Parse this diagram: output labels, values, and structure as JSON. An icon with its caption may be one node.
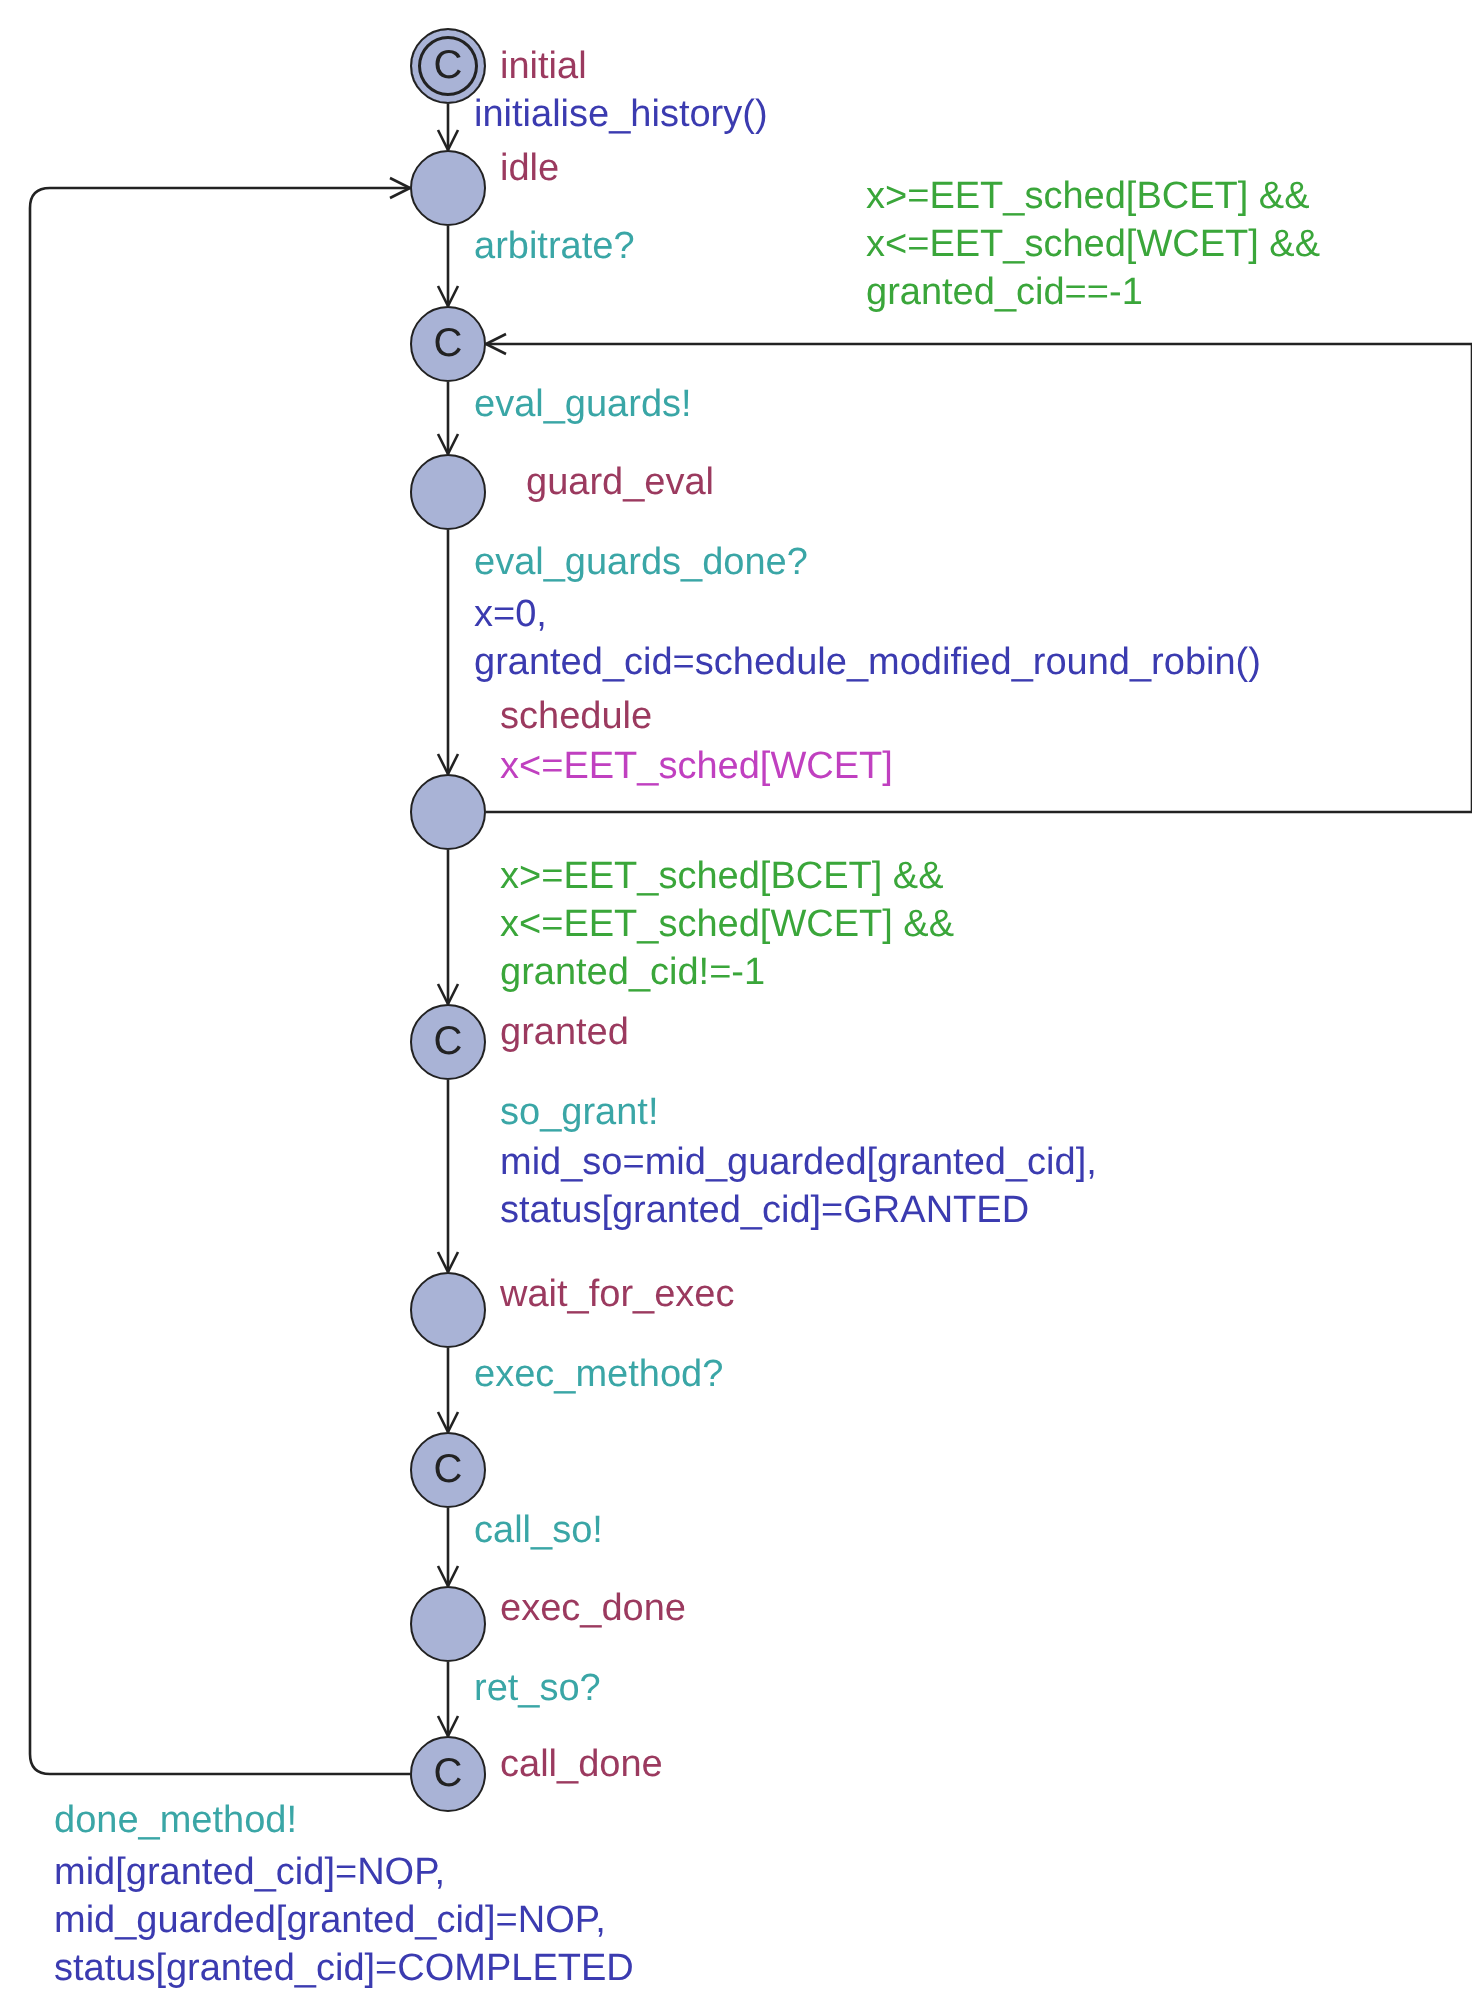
{
  "diagram": {
    "nodes": [
      {
        "text": [
          "C"
        ],
        "beside": [
          "initial"
        ]
      },
      {
        "text": [],
        "shape": "circle",
        "beside": [
          "idle"
        ]
      },
      {
        "text": [
          "C"
        ]
      },
      {
        "text": [],
        "shape": "circle",
        "beside": [
          "guard_eval"
        ]
      },
      {
        "text": [],
        "shape": "circle",
        "beside": [
          "schedule",
          "x<=EET_sched[WCET]"
        ]
      },
      {
        "text": [
          "C"
        ],
        "beside": [
          "granted"
        ]
      },
      {
        "text": [],
        "shape": "circle",
        "beside": [
          "wait_for_exec"
        ]
      },
      {
        "text": [
          "C"
        ]
      },
      {
        "text": [],
        "shape": "circle",
        "beside": [
          "exec_done"
        ]
      },
      {
        "text": [
          "C"
        ],
        "beside": [
          "call_done"
        ]
      }
    ],
    "edges": [
      {
        "from": 0,
        "to": 1,
        "arrow": "to",
        "label": "initialise_history()"
      },
      {
        "from": 1,
        "to": 2,
        "arrow": "to",
        "label": "arbitrate?"
      },
      {
        "from": 2,
        "to": 3,
        "arrow": "to",
        "label": "eval_guards!"
      },
      {
        "from": 3,
        "to": 4,
        "arrow": "to",
        "label": "eval_guards_done?"
      },
      {
        "from": 4,
        "to": 2,
        "arrow": "to",
        "label": "x>=EET_sched[BCET] && x<=EET_sched[WCET] && granted_cid==-1"
      },
      {
        "from": 4,
        "to": 5,
        "arrow": "to",
        "label": "x>=EET_sched[BCET] && x<=EET_sched[WCET] && granted_cid!=-1"
      },
      {
        "from": 5,
        "to": 6,
        "arrow": "to",
        "label": "so_grant!"
      },
      {
        "from": 6,
        "to": 7,
        "arrow": "to",
        "label": "exec_method?"
      },
      {
        "from": 7,
        "to": 8,
        "arrow": "to",
        "label": "call_so!"
      },
      {
        "from": 8,
        "to": 9,
        "arrow": "to",
        "label": "ret_so?"
      },
      {
        "from": 9,
        "to": 1,
        "arrow": "to",
        "label": "done_method!"
      }
    ],
    "labels": [
      "x=0, granted_cid=schedule_modified_round_robin()",
      "mid_so=mid_guarded[granted_cid], status[granted_cid]=GRANTED",
      "mid[granted_cid]=NOP, mid_guarded[granted_cid]=NOP, status[granted_cid]=COMPLETED"
    ]
  }
}
